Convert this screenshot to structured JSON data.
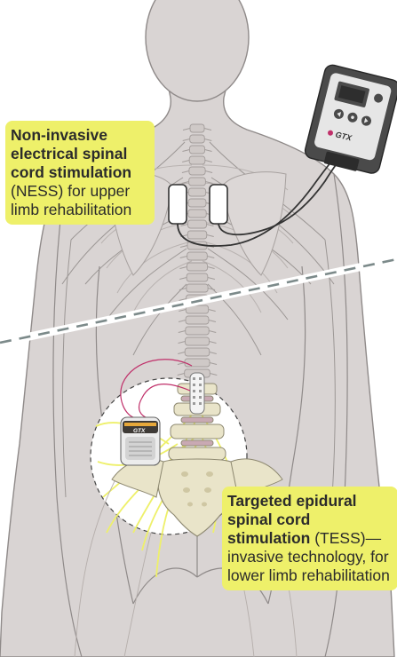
{
  "callouts": {
    "ness": {
      "lead": "Non-invasive electrical spinal cord stimulation",
      "rest": "(NESS) for upper limb rehabilitation"
    },
    "tess": {
      "lead": "Targeted epidural spinal cord stimulation",
      "rest": "(TESS)—invasive technology, for lower limb rehabilitation"
    }
  },
  "devices": {
    "external_stimulator_brand": "GTX",
    "implant_brand": "GTX"
  },
  "colors": {
    "skin": "#d9d4d3",
    "skin_outline": "#8f8a89",
    "bone": "#e9e4c9",
    "nerve_yellow": "#eef06a",
    "nerve_gray": "#9c9795",
    "callout_bg": "#eef06a",
    "device_dark": "#4a4a4a",
    "dashed_divider": "#7c8a8a",
    "accent_pink": "#c0306a"
  },
  "icons": [
    "external-stimulator-icon",
    "implant-stimulator-icon",
    "electrode-pad-icon",
    "spine-icon",
    "sacrum-icon"
  ]
}
